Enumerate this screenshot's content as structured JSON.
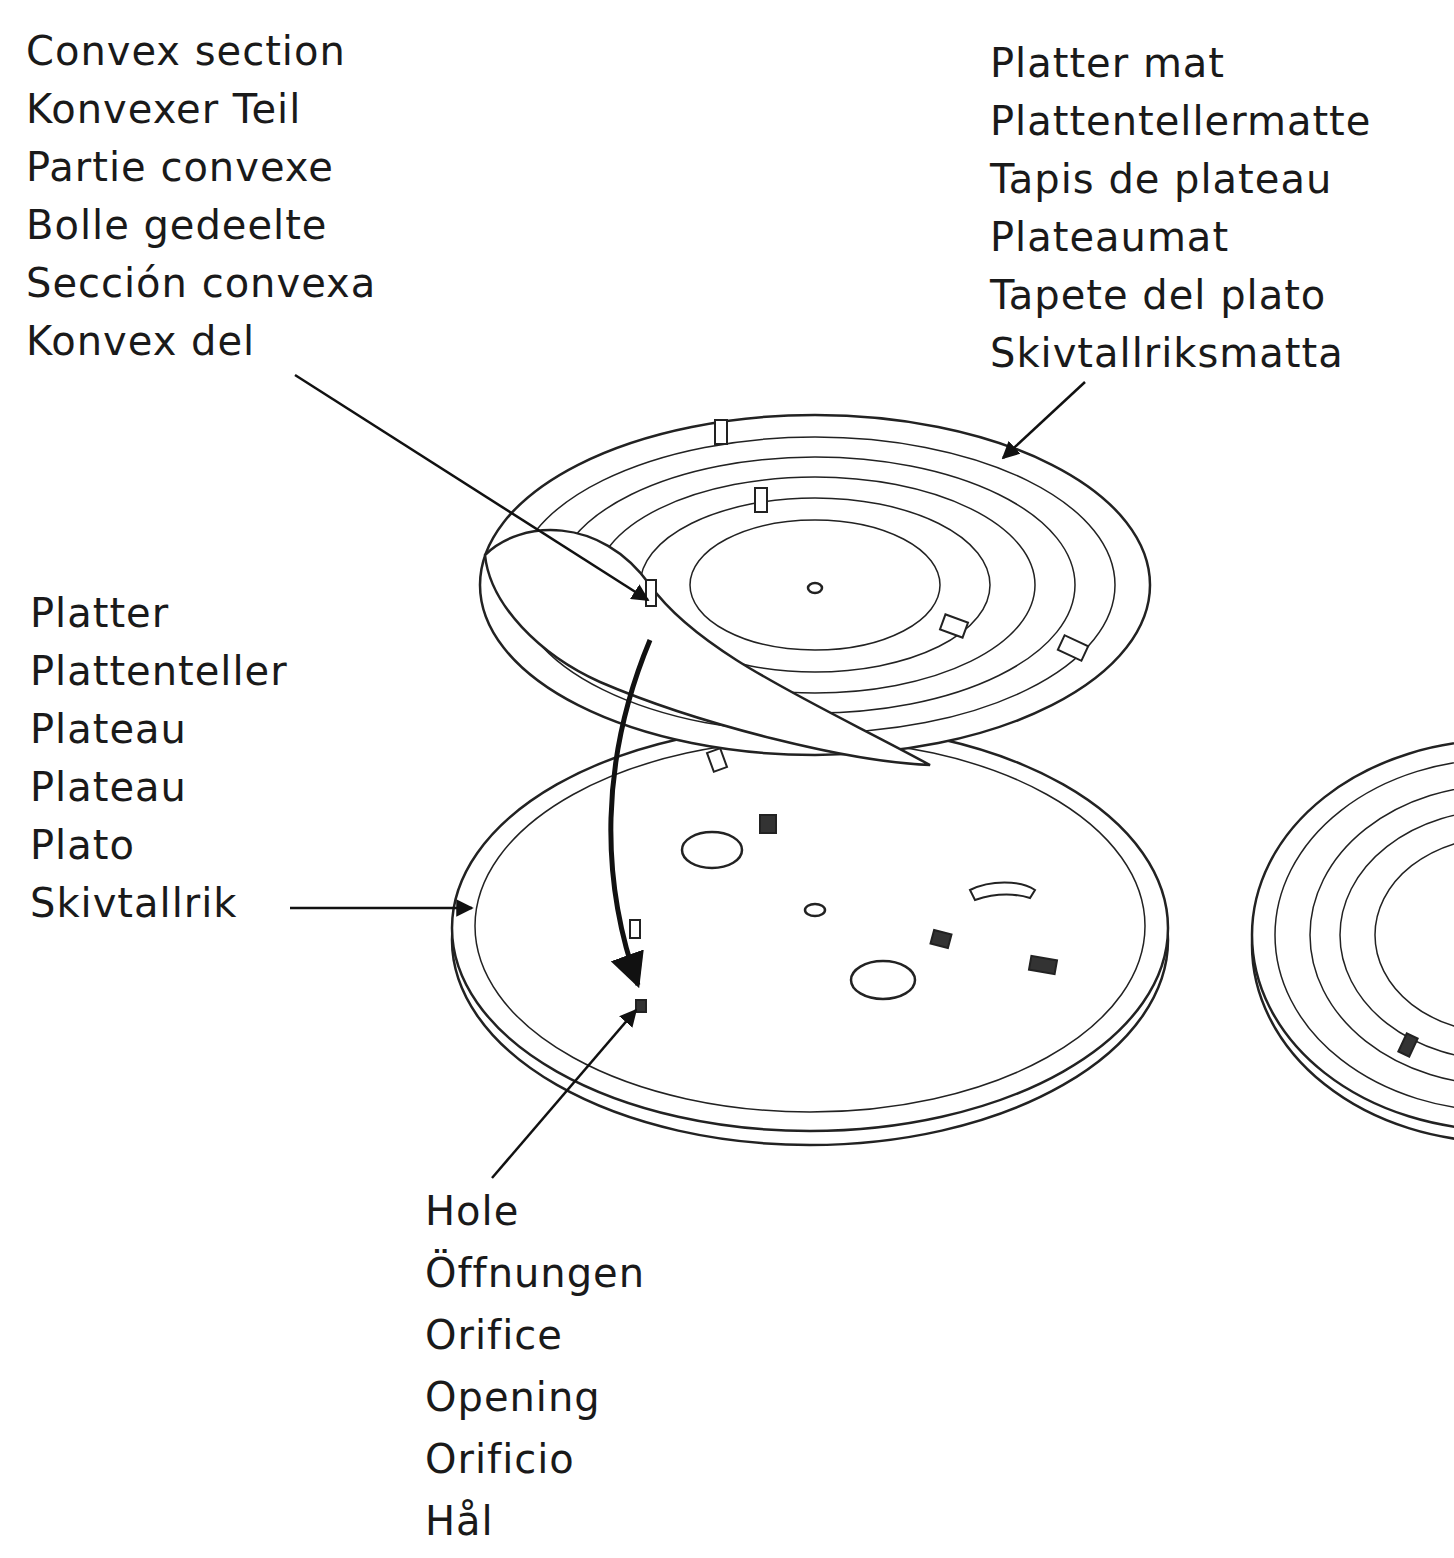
{
  "diagram": {
    "labels": [
      "Convex section",
      "Konvexer Teil",
      "Partie convexe",
      "Bolle gedeelte",
      "Sección convexa",
      "Konvex del",
      "Platter mat",
      "Plattentellermatte",
      "Tapis de plateau",
      "Plateaumat",
      "Tapete del plato",
      "Skivtallriksmatta",
      "Platter",
      "Plattenteller",
      "Plateau",
      "Plateau",
      "Plato",
      "Skivtallrik",
      "Hole",
      "Öffnungen",
      "Orifice",
      "Opening",
      "Orificio",
      "Hål"
    ]
  }
}
